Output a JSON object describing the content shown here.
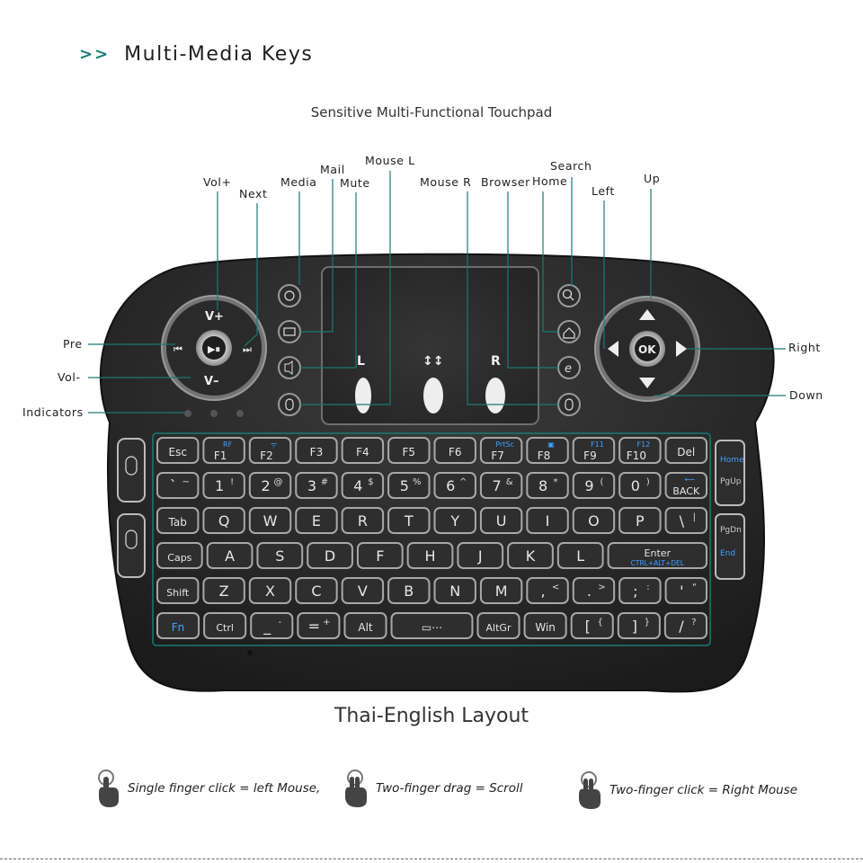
{
  "header": {
    "arrows": ">>",
    "title": "Multi-Media Keys"
  },
  "touchpad_label": "Sensitive Multi-Functional Touchpad",
  "callouts": {
    "vol_plus": "Vol+",
    "next": "Next",
    "media": "Media",
    "mail": "Mail",
    "mute": "Mute",
    "mouse_l": "Mouse L",
    "mouse_r": "Mouse R",
    "browser": "Browser",
    "home": "Home",
    "search": "Search",
    "left": "Left",
    "up": "Up",
    "right": "Right",
    "down": "Down",
    "pre": "Pre",
    "vol_minus": "Vol-",
    "indicators": "Indicators"
  },
  "dpad_left": {
    "top": "V+",
    "bottom": "V–"
  },
  "dpad_right": {
    "center": "OK"
  },
  "touchpad_marks": {
    "left": "L",
    "scroll": "↕↕",
    "right": "R"
  },
  "side_keys": {
    "home": "Home",
    "pgup": "PgUp",
    "pgdn": "PgDn",
    "end": "End"
  },
  "keyboard_rows": [
    [
      {
        "main": "Esc"
      },
      {
        "main": "F1",
        "top": "RF"
      },
      {
        "main": "F2",
        "top": "ᯤ"
      },
      {
        "main": "F3"
      },
      {
        "main": "F4"
      },
      {
        "main": "F5"
      },
      {
        "main": "F6"
      },
      {
        "main": "F7",
        "top": "PrtSc"
      },
      {
        "main": "F8",
        "top": "▣"
      },
      {
        "main": "F9",
        "top": "F11"
      },
      {
        "main": "F10",
        "top": "F12"
      },
      {
        "main": "Del"
      }
    ],
    [
      {
        "main": "`",
        "alt": "~"
      },
      {
        "main": "1",
        "alt": "!"
      },
      {
        "main": "2",
        "alt": "@"
      },
      {
        "main": "3",
        "alt": "#"
      },
      {
        "main": "4",
        "alt": "$"
      },
      {
        "main": "5",
        "alt": "%"
      },
      {
        "main": "6",
        "alt": "^"
      },
      {
        "main": "7",
        "alt": "&"
      },
      {
        "main": "8",
        "alt": "*"
      },
      {
        "main": "9",
        "alt": "("
      },
      {
        "main": "0",
        "alt": ")"
      },
      {
        "main": "BACK",
        "top": "⟵"
      }
    ],
    [
      {
        "main": "Tab"
      },
      {
        "main": "Q"
      },
      {
        "main": "W"
      },
      {
        "main": "E"
      },
      {
        "main": "R"
      },
      {
        "main": "T"
      },
      {
        "main": "Y"
      },
      {
        "main": "U"
      },
      {
        "main": "I"
      },
      {
        "main": "O"
      },
      {
        "main": "P"
      },
      {
        "main": "\\",
        "alt": "|"
      }
    ],
    [
      {
        "main": "Caps"
      },
      {
        "main": "A"
      },
      {
        "main": "S"
      },
      {
        "main": "D"
      },
      {
        "main": "F"
      },
      {
        "main": "H"
      },
      {
        "main": "J"
      },
      {
        "main": "K"
      },
      {
        "main": "L"
      },
      {
        "main": "Enter",
        "sub": "CTRL+ALT+DEL"
      }
    ],
    [
      {
        "main": "Shift"
      },
      {
        "main": "Z"
      },
      {
        "main": "X"
      },
      {
        "main": "C"
      },
      {
        "main": "V"
      },
      {
        "main": "B"
      },
      {
        "main": "N"
      },
      {
        "main": "M"
      },
      {
        "main": ",",
        "alt": "<"
      },
      {
        "main": ".",
        "alt": ">"
      },
      {
        "main": ";",
        "alt": ":"
      },
      {
        "main": "'",
        "alt": "\""
      }
    ],
    [
      {
        "main": "Fn"
      },
      {
        "main": "Ctrl"
      },
      {
        "main": "_",
        "alt": "-"
      },
      {
        "main": "=",
        "alt": "+"
      },
      {
        "main": "Alt"
      },
      {
        "main": "▭⋯"
      },
      {
        "main": "AltGr"
      },
      {
        "main": "Win"
      },
      {
        "main": "[",
        "alt": "{"
      },
      {
        "main": "]",
        "alt": "}"
      },
      {
        "main": "/",
        "alt": "?"
      }
    ]
  ],
  "layout_title": "Thai-English Layout",
  "legend": [
    {
      "text": "Single finger click = left Mouse,"
    },
    {
      "text": "Two-finger drag = Scroll"
    },
    {
      "text": "Two-finger click = Right Mouse"
    }
  ],
  "colors": {
    "accent": "#1a7a72",
    "key_blue": "#3fa0ff",
    "body": "#2b2b2b"
  }
}
